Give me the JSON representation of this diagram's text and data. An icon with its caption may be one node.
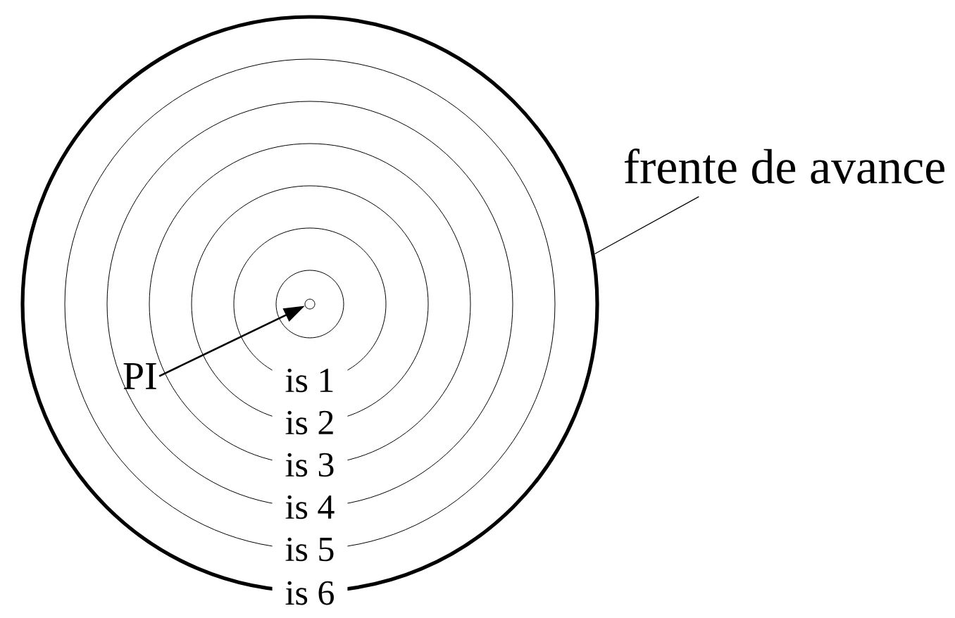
{
  "diagram": {
    "nodes": [
      {
        "text": [],
        "shape": "circle",
        "in": 1
      },
      {
        "text": [
          "is 1"
        ],
        "in": 2
      },
      {
        "text": [
          "is 2"
        ],
        "in": 3
      },
      {
        "text": [
          "is 3"
        ],
        "in": 4
      },
      {
        "text": [
          "is 4"
        ],
        "in": 5
      },
      {
        "text": [
          "is 5"
        ],
        "in": 6
      },
      {
        "text": [
          "is 6"
        ]
      },
      {
        "text": [],
        "shape": "circle",
        "in": 0
      },
      {
        "text": [
          "PI"
        ],
        "in": 4
      },
      {
        "text": [
          "frente de avance"
        ]
      }
    ],
    "edges": [
      {
        "from": 8,
        "to": 7,
        "arrow": "to"
      },
      {
        "from": 9,
        "to": 6,
        "arrow": "none"
      }
    ]
  }
}
